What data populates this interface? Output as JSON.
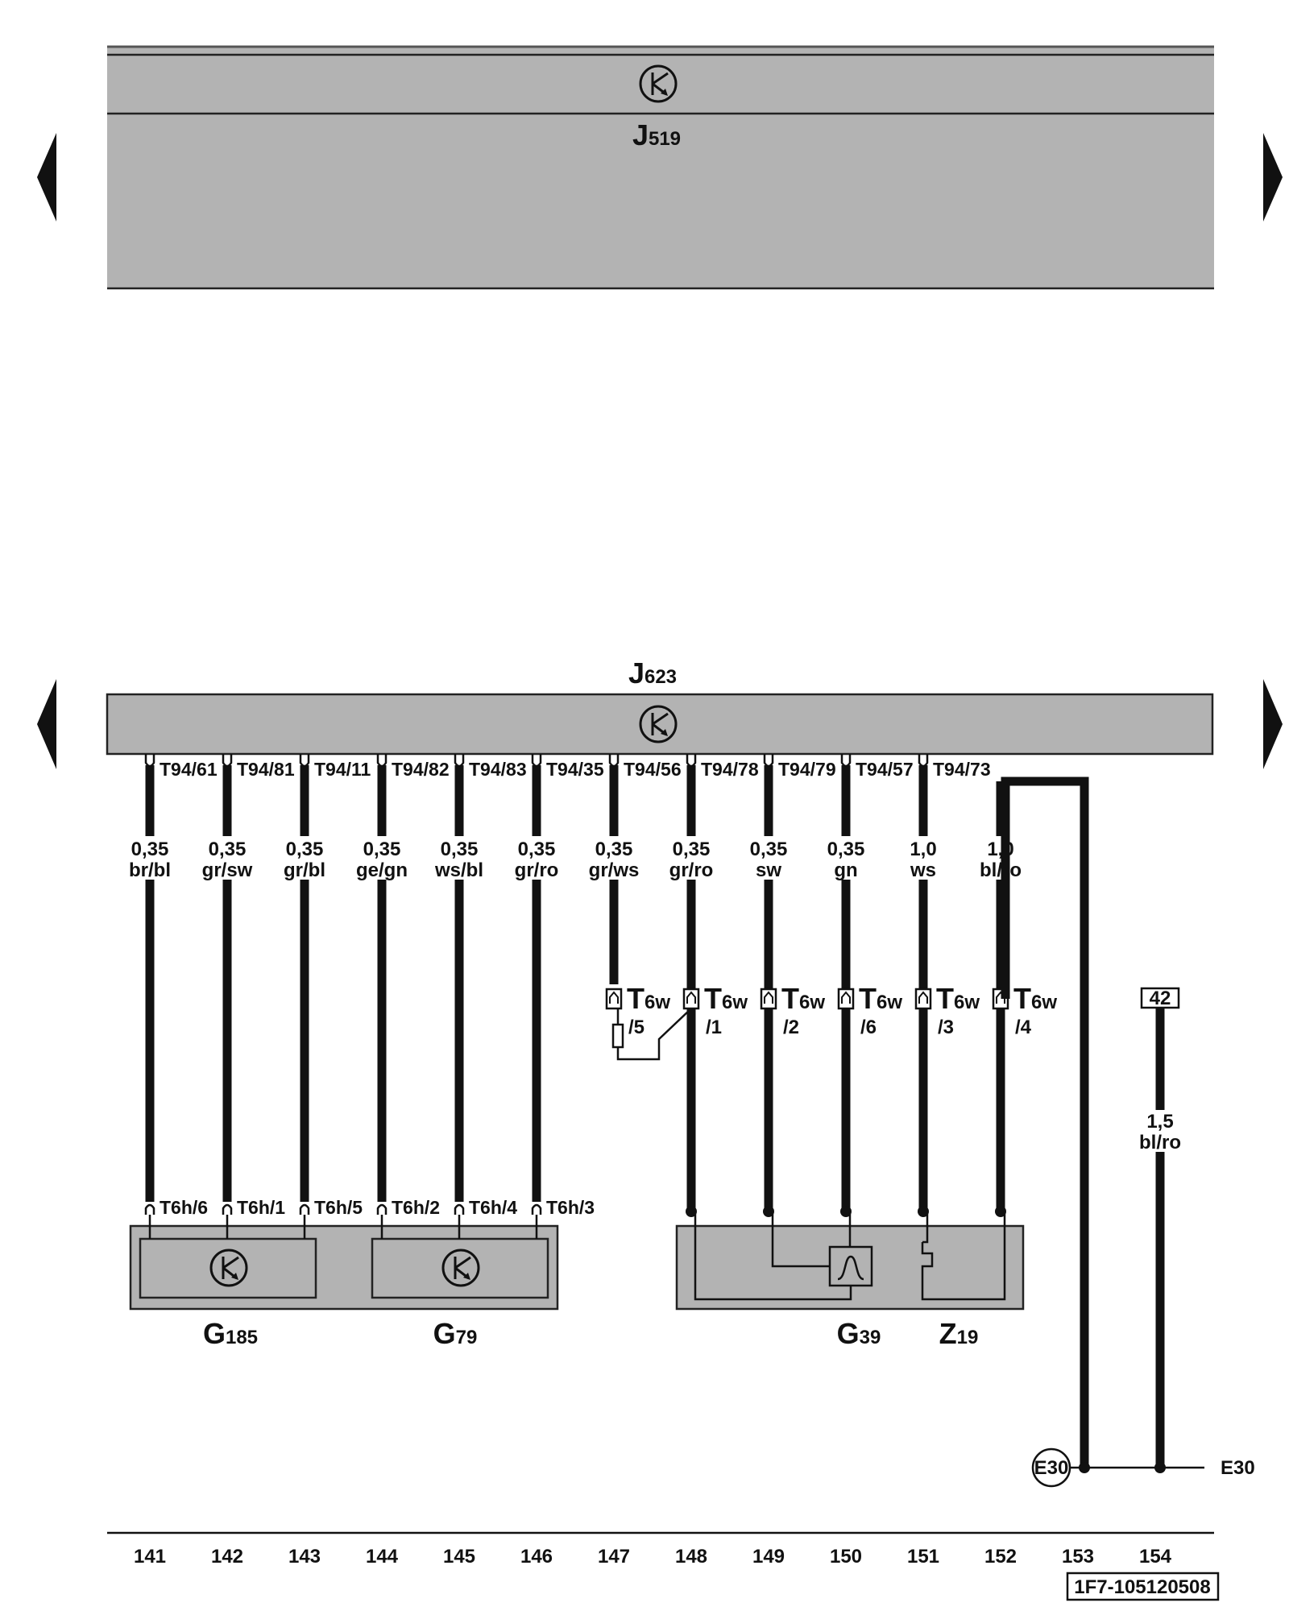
{
  "control_units": [
    {
      "name": "J",
      "sub": "519"
    },
    {
      "name": "J",
      "sub": "623"
    }
  ],
  "pins_top": [
    "T94/61",
    "T94/81",
    "T94/11",
    "T94/82",
    "T94/83",
    "T94/35",
    "T94/56",
    "T94/78",
    "T94/79",
    "T94/57",
    "T94/73"
  ],
  "wires": [
    {
      "size": "0,35",
      "color": "br/bl"
    },
    {
      "size": "0,35",
      "color": "gr/sw"
    },
    {
      "size": "0,35",
      "color": "gr/bl"
    },
    {
      "size": "0,35",
      "color": "ge/gn"
    },
    {
      "size": "0,35",
      "color": "ws/bl"
    },
    {
      "size": "0,35",
      "color": "gr/ro"
    },
    {
      "size": "0,35",
      "color": "gr/ws"
    },
    {
      "size": "0,35",
      "color": "gr/ro"
    },
    {
      "size": "0,35",
      "color": "sw"
    },
    {
      "size": "0,35",
      "color": "gn"
    },
    {
      "size": "1,0",
      "color": "ws"
    },
    {
      "size": "1,0",
      "color": "bl/ro"
    }
  ],
  "connector_t6w": {
    "name": "T",
    "sub": "6w",
    "pins": [
      "/5",
      "/1",
      "/2",
      "/6",
      "/3",
      "/4"
    ]
  },
  "pins_bottom": [
    "T6h/6",
    "T6h/1",
    "T6h/5",
    "T6h/2",
    "T6h/4",
    "T6h/3"
  ],
  "components": [
    {
      "name": "G",
      "sub": "185"
    },
    {
      "name": "G",
      "sub": "79"
    },
    {
      "name": "G",
      "sub": "39"
    },
    {
      "name": "Z",
      "sub": "19"
    }
  ],
  "fuse_ref": "42",
  "fuse_wire": {
    "size": "1,5",
    "color": "bl/ro"
  },
  "ground_label": "E30",
  "track_numbers": [
    "141",
    "142",
    "143",
    "144",
    "145",
    "146",
    "147",
    "148",
    "149",
    "150",
    "151",
    "152",
    "153",
    "154"
  ],
  "diagram_id": "1F7-105120508"
}
